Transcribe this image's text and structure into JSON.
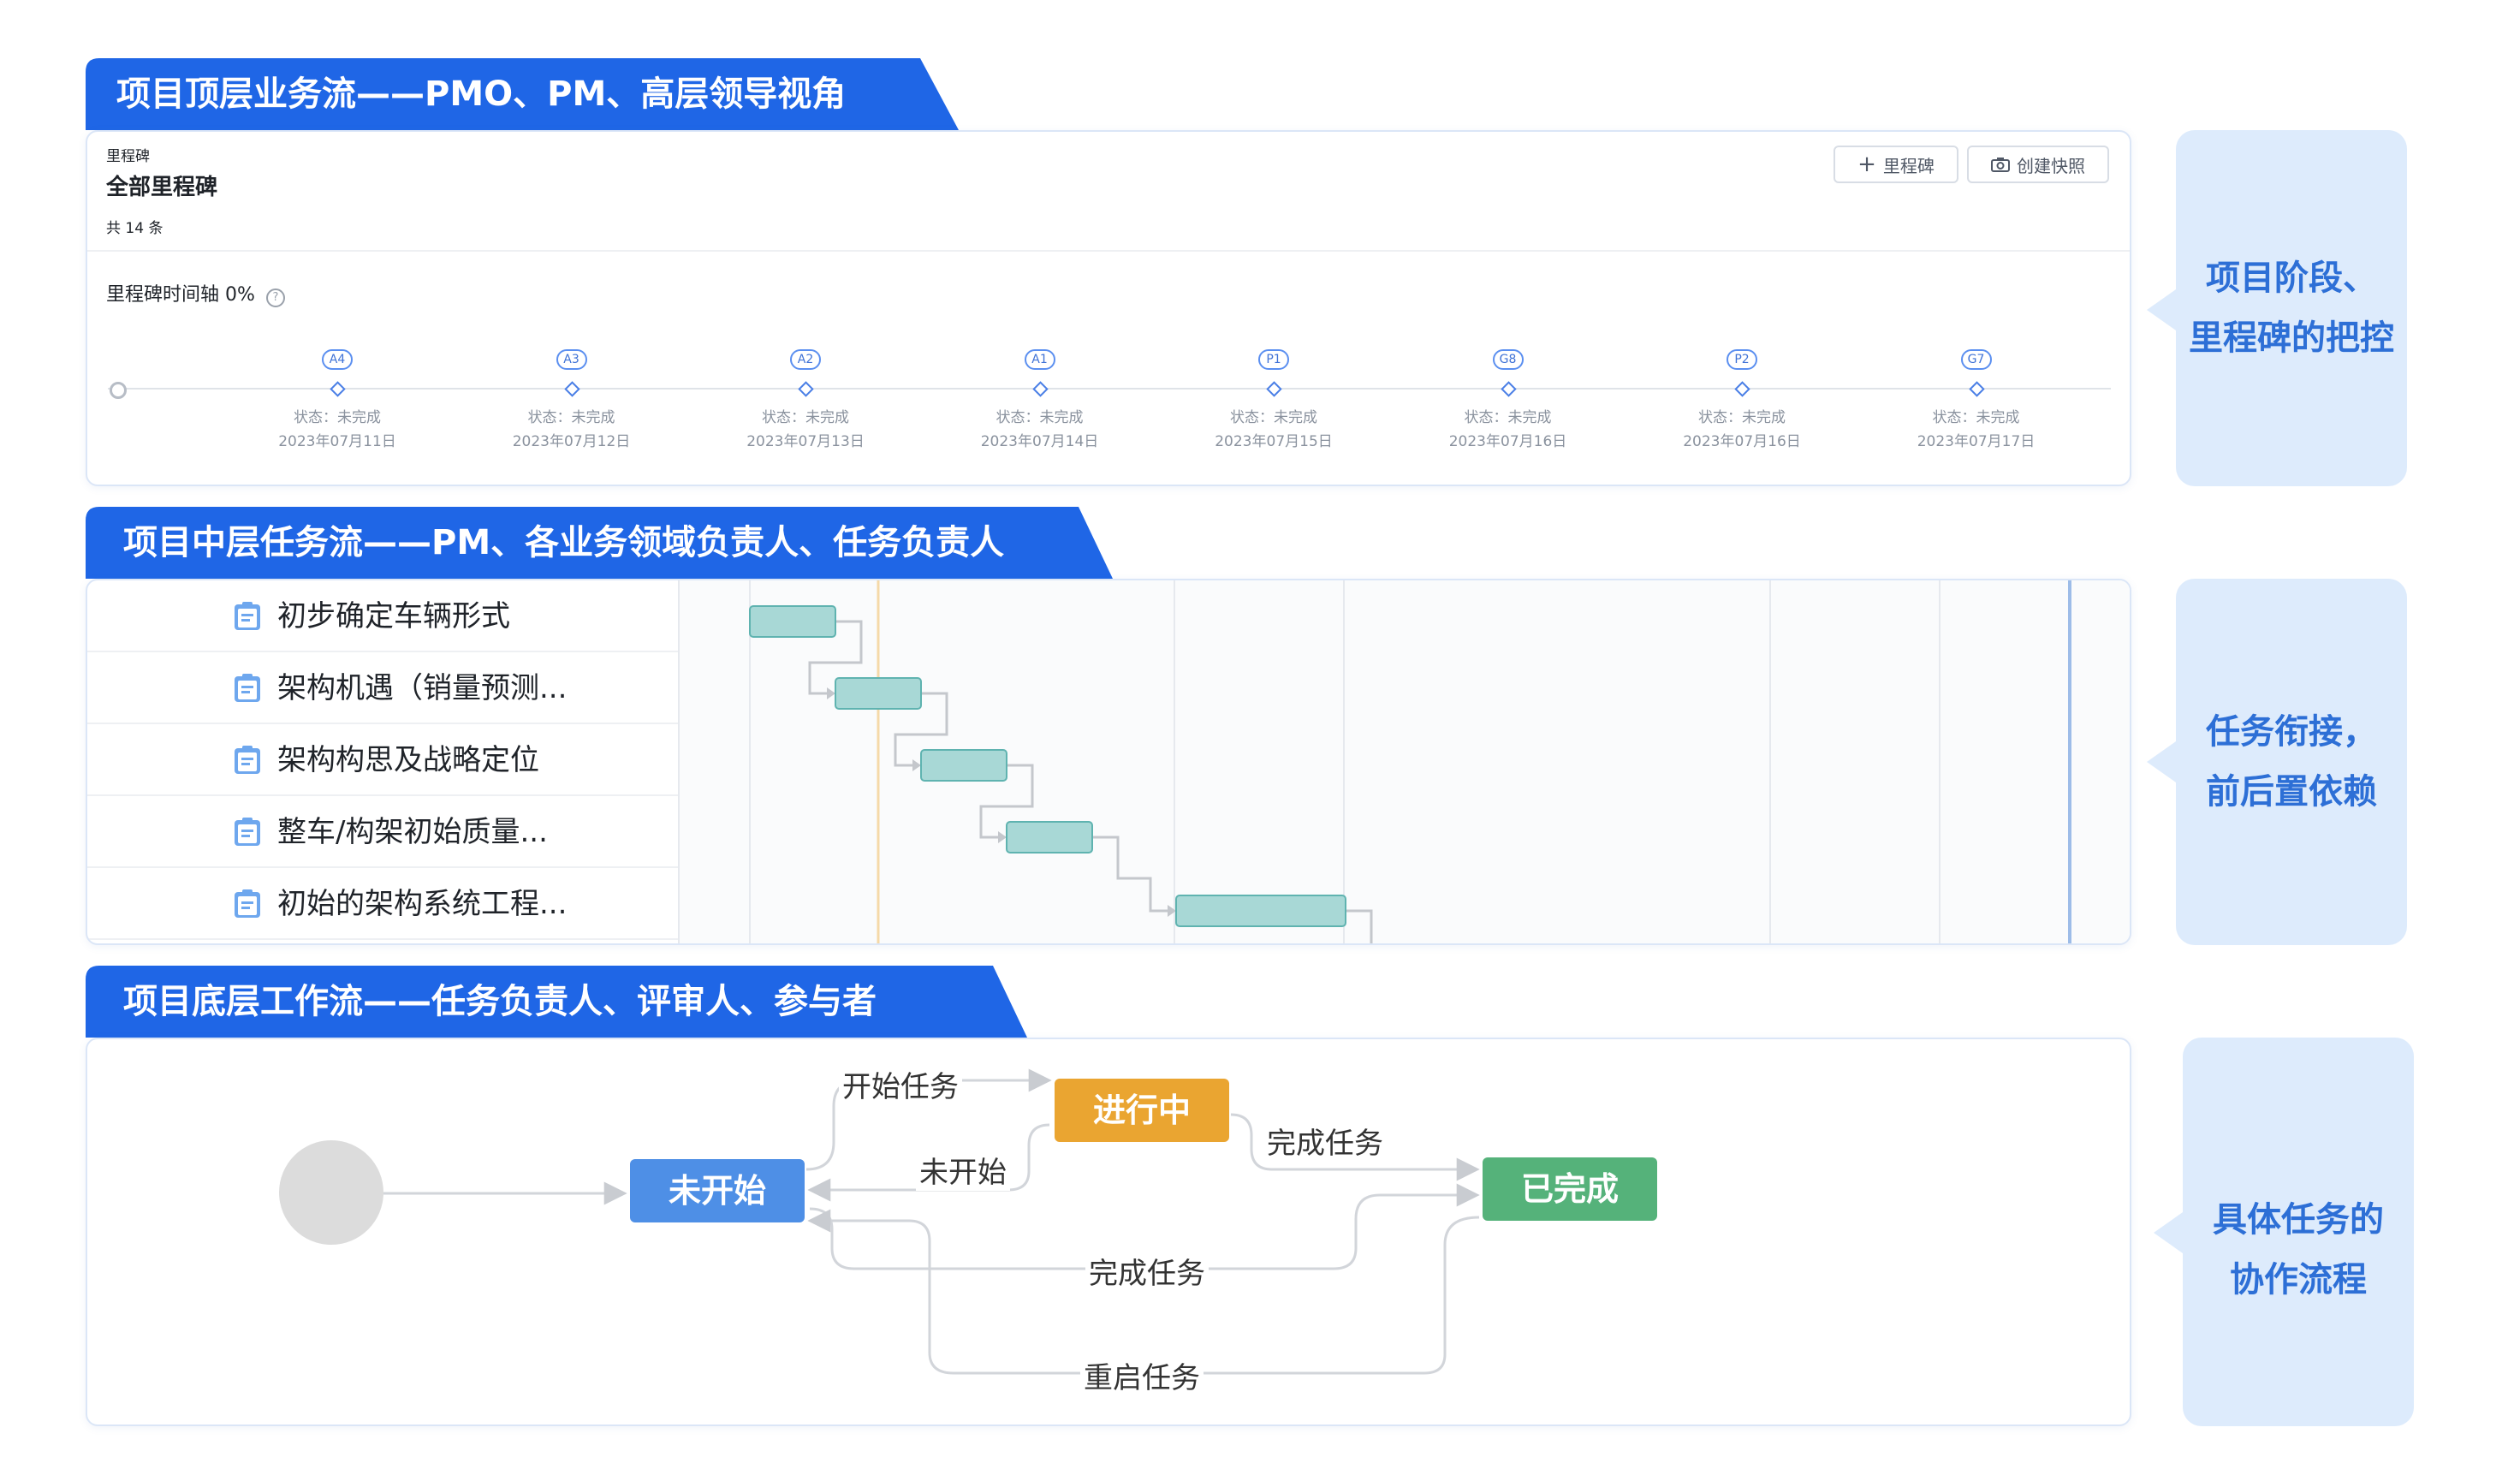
{
  "sections": {
    "top": "项目顶层业务流——PMO、PM、高层领导视角",
    "mid": "项目中层任务流——PM、各业务领域负责人、任务负责人",
    "bottom": "项目底层工作流——任务负责人、评审人、参与者"
  },
  "callouts": {
    "top": [
      "项目阶段、",
      "里程碑的把控"
    ],
    "mid": [
      "任务衔接，",
      "前后置依赖"
    ],
    "bottom": [
      "具体任务的",
      "协作流程"
    ]
  },
  "milestone_panel": {
    "eyebrow": "里程碑",
    "title": "全部里程碑",
    "count": "共 14 条",
    "add_button": "里程碑",
    "snapshot_button": "创建快照",
    "timeline_label": "里程碑时间轴 0%",
    "milestones": [
      {
        "code": "A4",
        "status": "状态：未完成",
        "date": "2023年07月11日"
      },
      {
        "code": "A3",
        "status": "状态：未完成",
        "date": "2023年07月12日"
      },
      {
        "code": "A2",
        "status": "状态：未完成",
        "date": "2023年07月13日"
      },
      {
        "code": "A1",
        "status": "状态：未完成",
        "date": "2023年07月14日"
      },
      {
        "code": "P1",
        "status": "状态：未完成",
        "date": "2023年07月15日"
      },
      {
        "code": "G8",
        "status": "状态：未完成",
        "date": "2023年07月16日"
      },
      {
        "code": "P2",
        "status": "状态：未完成",
        "date": "2023年07月16日"
      },
      {
        "code": "G7",
        "status": "状态：未完成",
        "date": "2023年07月17日"
      }
    ]
  },
  "gantt": {
    "tasks": [
      {
        "name": "初步确定车辆形式"
      },
      {
        "name": "架构机遇（销量预测..."
      },
      {
        "name": "架构构思及战略定位"
      },
      {
        "name": "整车/构架初始质量..."
      },
      {
        "name": "初始的架构系统工程..."
      }
    ]
  },
  "workflow": {
    "states": {
      "not_started": "未开始",
      "in_progress": "进行中",
      "done": "已完成"
    },
    "transitions": {
      "start": "开始任务",
      "back_to_not_started": "未开始",
      "complete_from_progress": "完成任务",
      "complete_direct": "完成任务",
      "reopen": "重启任务"
    }
  },
  "colors": {
    "brand_blue": "#1f66e6",
    "callout_bg": "#ddebfc",
    "gantt_bar": "#a8d8d6",
    "not_started": "#4e8fe6",
    "in_progress": "#eaa531",
    "done": "#55b27a"
  }
}
